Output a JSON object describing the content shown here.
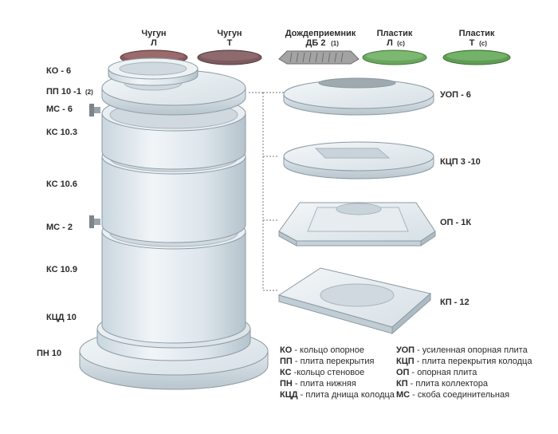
{
  "covers": [
    {
      "l1": "Чугун",
      "l2": "Л",
      "sub": "",
      "color": "#8a5a5c"
    },
    {
      "l1": "Чугун",
      "l2": "Т",
      "sub": "",
      "color": "#7d5a5e"
    },
    {
      "l1": "Дождеприемник",
      "l2": "ДБ 2",
      "sub": "(1)",
      "color": "#9a9a9a"
    },
    {
      "l1": "Пластик",
      "l2": "Л",
      "sub": "(с)",
      "color": "#6aa55e"
    },
    {
      "l1": "Пластик",
      "l2": "Т",
      "sub": "(с)",
      "color": "#5f9d55"
    }
  ],
  "left_labels": [
    {
      "text": "КО - 6",
      "sub": ""
    },
    {
      "text": "ПП 10 -1",
      "sub": "(2)"
    },
    {
      "text": "МС - 6",
      "sub": ""
    },
    {
      "text": "КС 10.3",
      "sub": ""
    },
    {
      "text": "КС 10.6",
      "sub": ""
    },
    {
      "text": "МС - 2",
      "sub": ""
    },
    {
      "text": "КС 10.9",
      "sub": ""
    },
    {
      "text": "КЦД 10",
      "sub": ""
    },
    {
      "text": "ПН 10",
      "sub": ""
    }
  ],
  "right_labels": [
    "УОП - 6",
    "КЦП 3 -10",
    "ОП - 1К",
    "КП - 12"
  ],
  "legend_left": [
    {
      "abbr": "КО",
      "desc": " - кольцо опорное"
    },
    {
      "abbr": "ПП",
      "desc": " - плита перекрытия"
    },
    {
      "abbr": "КС",
      "desc": " -кольцо стеновое"
    },
    {
      "abbr": "ПН",
      "desc": " - плита нижняя"
    },
    {
      "abbr": "КЦД",
      "desc": " - плита днища колодца"
    }
  ],
  "legend_right": [
    {
      "abbr": "УОП",
      "desc": " - усиленная опорная плита"
    },
    {
      "abbr": "КЦП",
      "desc": " - плита перекрытия колодца"
    },
    {
      "abbr": "ОП",
      "desc": " - опорная плита"
    },
    {
      "abbr": "КП",
      "desc": " - плита коллектора"
    },
    {
      "abbr": "МС",
      "desc": " - скоба соединительная"
    }
  ]
}
